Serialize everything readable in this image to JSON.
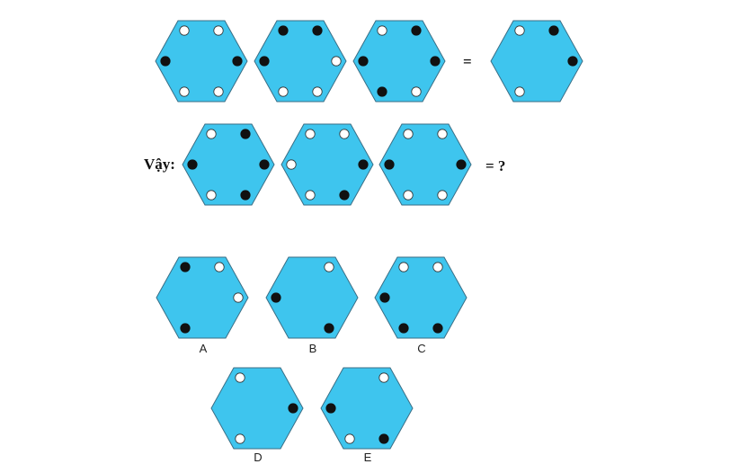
{
  "puzzle": {
    "row1": [
      {
        "dots": {
          "tl": "white",
          "tr": "white",
          "l": "black",
          "r": "black",
          "bl": "white",
          "br": "white"
        }
      },
      {
        "dots": {
          "tl": "black",
          "tr": "black",
          "l": "black",
          "r": "white",
          "bl": "white",
          "br": "white"
        }
      },
      {
        "dots": {
          "tl": "white",
          "tr": "black",
          "l": "black",
          "r": "black",
          "bl": "black",
          "br": "white"
        }
      }
    ],
    "row1_equals": "=",
    "row1_result": {
      "dots": {
        "tl": "white",
        "tr": "black",
        "r": "black",
        "bl": "white"
      }
    },
    "row2_prefix": "Vậy:",
    "row2": [
      {
        "dots": {
          "tl": "white",
          "tr": "black",
          "l": "black",
          "r": "black",
          "bl": "white",
          "br": "black"
        }
      },
      {
        "dots": {
          "tl": "white",
          "tr": "white",
          "l": "white",
          "r": "black",
          "bl": "white",
          "br": "black"
        }
      },
      {
        "dots": {
          "tl": "white",
          "tr": "white",
          "l": "black",
          "r": "black",
          "bl": "white",
          "br": "white"
        }
      }
    ],
    "row2_equals": "= ?"
  },
  "options": [
    {
      "label": "A",
      "dots": {
        "tl": "black",
        "tr": "white",
        "r": "white",
        "bl": "black"
      }
    },
    {
      "label": "B",
      "dots": {
        "tr": "white",
        "l": "black",
        "br": "black"
      }
    },
    {
      "label": "C",
      "dots": {
        "tl": "white",
        "tr": "white",
        "l": "black",
        "bl": "black",
        "br": "black"
      }
    },
    {
      "label": "D",
      "dots": {
        "tl": "white",
        "r": "black",
        "bl": "white"
      }
    },
    {
      "label": "E",
      "dots": {
        "tr": "white",
        "l": "black",
        "bl": "white",
        "br": "black"
      }
    }
  ],
  "colors": {
    "hex_fill": "#3EC5EE",
    "hex_stroke": "#3A6E85",
    "dot_black": "#111111",
    "dot_white": "#ffffff"
  }
}
